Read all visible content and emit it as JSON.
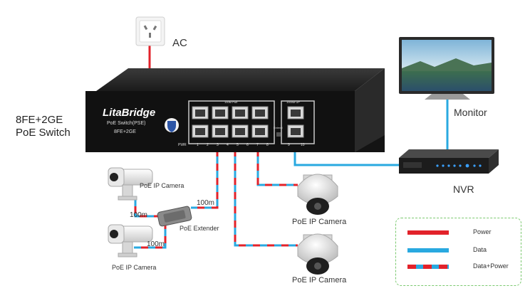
{
  "labels": {
    "ac": "AC",
    "switch_model": "8FE+2GE",
    "switch_type": "PoE Switch",
    "monitor": "Monitor",
    "nvr": "NVR",
    "cam_top_left": "PoE IP Camera",
    "cam_bottom_left": "PoE IP Camera",
    "cam_dome_top": "PoE IP Camera",
    "cam_dome_bottom": "PoE IP Camera",
    "extender": "PoE Extender",
    "dist_ext_switch": "100m",
    "dist_ext_cam1": "100m",
    "dist_ext_cam2": "100m"
  },
  "device": {
    "brand": "LitaBridge",
    "sub1": "PoE Switch(PSE)",
    "sub2": "8FE+2GE",
    "poe_group": "100M PoE",
    "up_group": "1000M UP",
    "extend": "Extend",
    "pwr": "PWR",
    "port_nums": [
      "1",
      "2",
      "3",
      "4",
      "5",
      "6",
      "7",
      "8"
    ],
    "up_nums": [
      "9",
      "10"
    ]
  },
  "legend": {
    "items": [
      {
        "label": "Power",
        "type": "power"
      },
      {
        "label": "Data",
        "type": "data"
      },
      {
        "label": "Data+Power",
        "type": "both"
      }
    ]
  },
  "colors": {
    "power": "#e2222a",
    "data": "#29a9e0",
    "legend_border": "#7bc96f"
  }
}
